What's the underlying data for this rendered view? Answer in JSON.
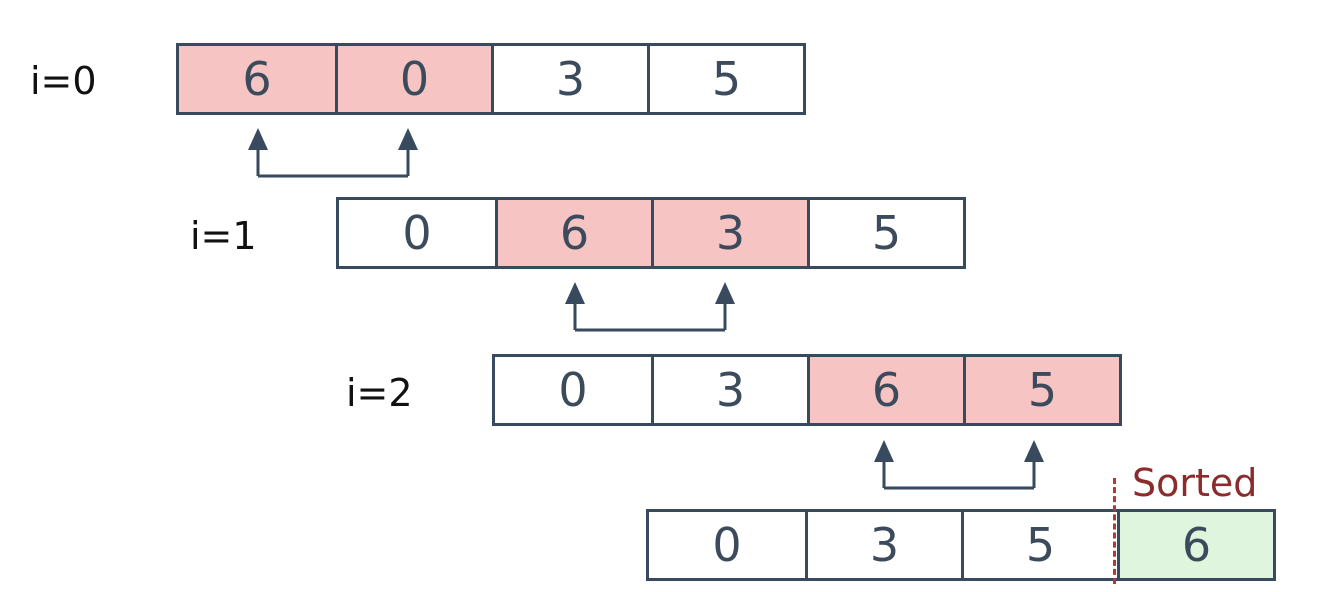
{
  "rows": [
    {
      "label": "i=0",
      "cells": [
        "6",
        "0",
        "3",
        "5"
      ],
      "highlight": [
        0,
        1
      ]
    },
    {
      "label": "i=1",
      "cells": [
        "0",
        "6",
        "3",
        "5"
      ],
      "highlight": [
        1,
        2
      ]
    },
    {
      "label": "i=2",
      "cells": [
        "0",
        "3",
        "6",
        "5"
      ],
      "highlight": [
        2,
        3
      ]
    },
    {
      "label": "",
      "cells": [
        "0",
        "3",
        "5",
        "6"
      ],
      "highlight": [],
      "sorted": [
        3
      ]
    }
  ],
  "sorted_label": "Sorted",
  "colors": {
    "highlight": "#f7c4c4",
    "sorted": "#dff5dd",
    "border": "#374a5e",
    "sorted_text": "#8b2b2b"
  }
}
